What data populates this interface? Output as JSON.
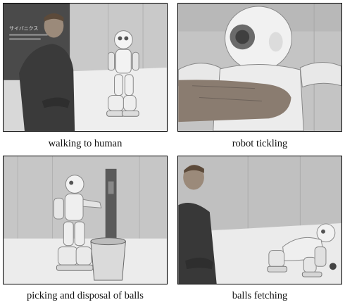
{
  "figure": {
    "panels": [
      {
        "caption": "walking to human",
        "poster_text": "サイバニクス"
      },
      {
        "caption": "robot tickling"
      },
      {
        "caption": "picking and disposal of balls"
      },
      {
        "caption": "balls fetching"
      }
    ]
  }
}
